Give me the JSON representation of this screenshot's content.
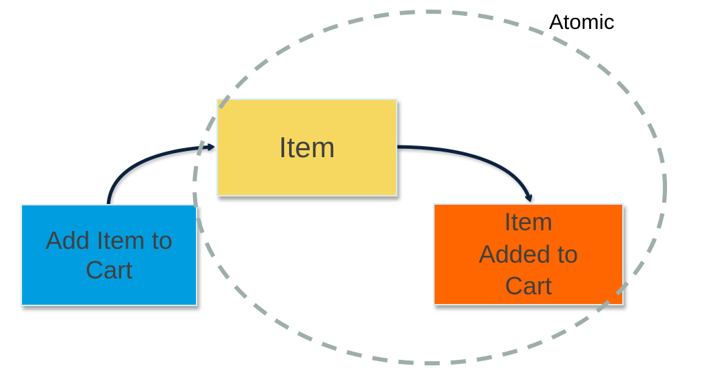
{
  "diagram": {
    "boundary": {
      "label": "Atomic",
      "style": "dashed-ellipse",
      "color": "#9eaeaa"
    },
    "nodes": [
      {
        "id": "add-item-to-cart",
        "label": "Add Item to\nCart",
        "fill": "#009ee0"
      },
      {
        "id": "item",
        "label": "Item",
        "fill": "#f6d860"
      },
      {
        "id": "item-added-to-cart",
        "label": "Item\nAdded to\nCart",
        "fill": "#ff6600"
      }
    ],
    "edges": [
      {
        "from": "add-item-to-cart",
        "to": "item",
        "color": "#0d2440"
      },
      {
        "from": "item",
        "to": "item-added-to-cart",
        "color": "#0d2440"
      }
    ],
    "text_color": "#404040"
  }
}
